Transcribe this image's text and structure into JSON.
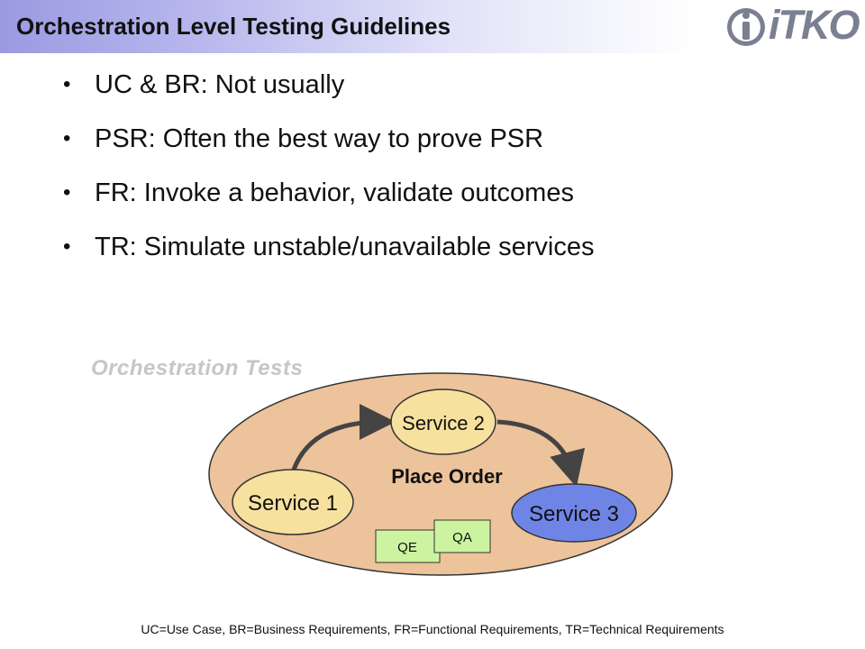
{
  "slide": {
    "title": "Orchestration Level Testing Guidelines",
    "logo_text": "iTKO",
    "bullets": [
      "UC & BR: Not usually",
      "PSR: Often the best way to prove PSR",
      "FR: Invoke a behavior, validate outcomes",
      "TR: Simulate unstable/unavailable services"
    ],
    "footer": "UC=Use Case, BR=Business Requirements, FR=Functional Requirements, TR=Technical Requirements"
  },
  "diagram": {
    "group_label": "Orchestration Tests",
    "center_label": "Place Order",
    "services": [
      "Service 1",
      "Service 2",
      "Service 3"
    ],
    "boxes": [
      "QE",
      "QA"
    ]
  },
  "colors": {
    "outer_ellipse": "#ecc39b",
    "service_fill": "#f6e19e",
    "service3_fill": "#6f85e6",
    "box_fill": "#ccf3a0",
    "arrow": "#444444"
  }
}
